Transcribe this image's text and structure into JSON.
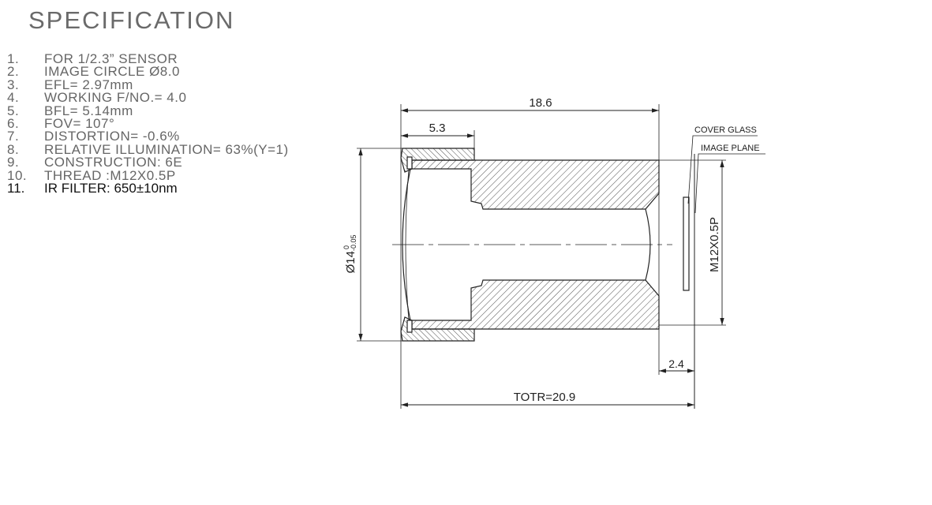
{
  "title": "SPECIFICATION",
  "specs": [
    {
      "num": "1.",
      "text": "FOR 1/2.3” SENSOR"
    },
    {
      "num": "2.",
      "text": "IMAGE CIRCLE   Ø8.0"
    },
    {
      "num": "3.",
      "text": "EFL= 2.97mm"
    },
    {
      "num": "4.",
      "text": "WORKING F/NO.= 4.0"
    },
    {
      "num": "5.",
      "text": "BFL= 5.14mm"
    },
    {
      "num": "6.",
      "text": "FOV= 107°"
    },
    {
      "num": "7.",
      "text": "DISTORTION= -0.6%"
    },
    {
      "num": "8.",
      "text": "RELATIVE ILLUMINATION= 63%(Y=1)"
    },
    {
      "num": "9.",
      "text": "CONSTRUCTION:  6E"
    },
    {
      "num": "10.",
      "text": "THREAD :M12X0.5P"
    },
    {
      "num": "11.",
      "text": "IR FILTER: 650±10nm"
    }
  ],
  "drawing": {
    "overall_length": "18.6",
    "front_ring_length": "5.3",
    "diameter": "Ø14",
    "diameter_tol_upper": "0",
    "diameter_tol_lower": "-0.05",
    "thread": "M12X0.5P",
    "cover_glass_label": "COVER GLASS",
    "image_plane_label": "IMAGE PLANE",
    "back_distance": "2.4",
    "totr": "TOTR=20.9"
  }
}
